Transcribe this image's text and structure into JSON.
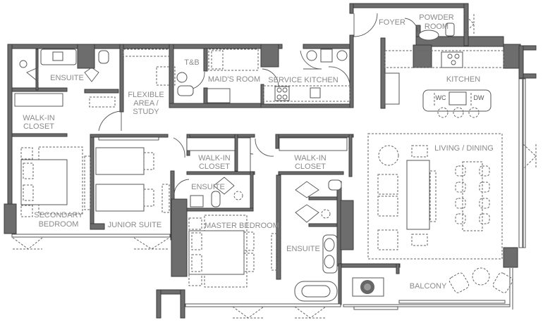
{
  "plan": {
    "rooms": {
      "foyer": "FOYER",
      "powder_room_1": "POWDER",
      "powder_room_2": "ROOM",
      "kitchen": "KITCHEN",
      "wine_cooler": "WC",
      "dishwasher": "DW",
      "living_dining": "LIVING / DINING",
      "tb": "T&B",
      "maids_room": "MAID'S ROOM",
      "service_kitchen": "SERVICE KITCHEN",
      "ensuite_secondary": "ENSUITE",
      "flex_1": "FLEXIBLE",
      "flex_2": "AREA /",
      "flex_3": "STUDY",
      "walkin_secondary_1": "WALK-IN",
      "walkin_secondary_2": "CLOSET",
      "secondary_bedroom_1": "SECONDARY",
      "secondary_bedroom_2": "BEDROOM",
      "junior_suite": "JUNIOR SUITE",
      "walkin_junior_1": "WALK-IN",
      "walkin_junior_2": "CLOSET",
      "ensuite_junior": "ENSUITE",
      "walkin_master_1": "WALK-IN",
      "walkin_master_2": "CLOSET",
      "master_bedroom": "MASTER BEDROOM",
      "ensuite_master": "ENSUITE",
      "balcony": "BALCONY"
    },
    "colors": {
      "wall": "#6d6d6d",
      "label": "#8a8a8a",
      "background": "#ffffff"
    }
  }
}
